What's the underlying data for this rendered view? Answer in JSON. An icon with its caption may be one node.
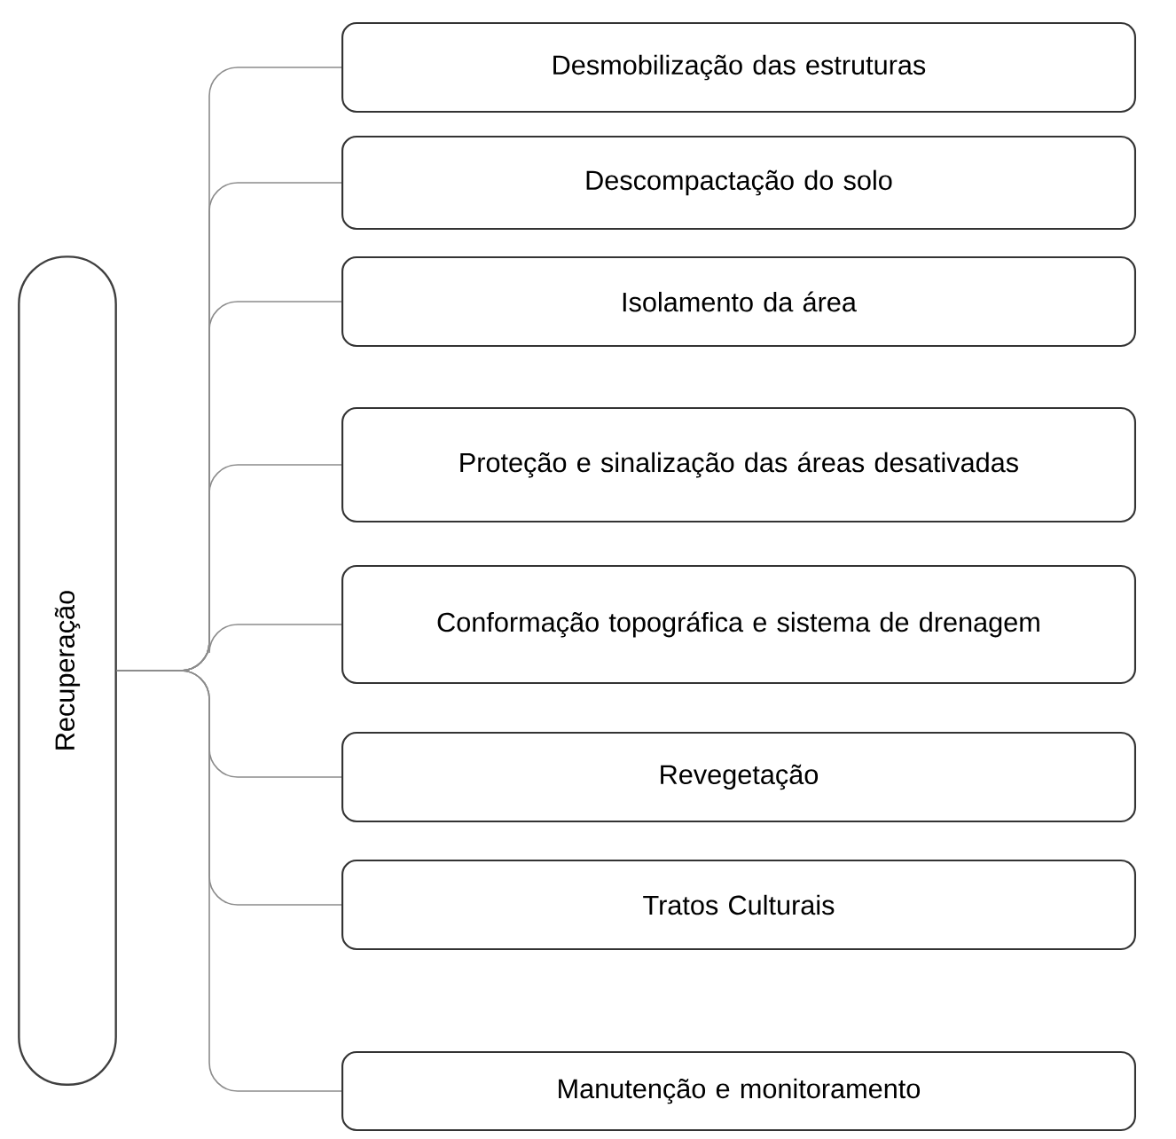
{
  "diagram": {
    "nodes": [
      {
        "text": [
          "Recuperação"
        ]
      },
      {
        "text": [
          "Desmobilização  das estruturas"
        ]
      },
      {
        "text": [
          "Descompactação do solo"
        ]
      },
      {
        "text": [
          "Isolamento da área"
        ]
      },
      {
        "text": [
          "Proteção e sinalização das áreas desativadas"
        ]
      },
      {
        "text": [
          "Conformação topográfica e sistema de drenagem"
        ]
      },
      {
        "text": [
          "Revegetação"
        ]
      },
      {
        "text": [
          "Tratos Culturais"
        ]
      },
      {
        "text": [
          "Manutenção e monitoramento"
        ]
      }
    ],
    "edges": [
      {
        "from": 0,
        "to": 1,
        "arrow": "none"
      },
      {
        "from": 0,
        "to": 2,
        "arrow": "none"
      },
      {
        "from": 0,
        "to": 3,
        "arrow": "none"
      },
      {
        "from": 0,
        "to": 4,
        "arrow": "none"
      },
      {
        "from": 0,
        "to": 5,
        "arrow": "none"
      },
      {
        "from": 0,
        "to": 6,
        "arrow": "none"
      },
      {
        "from": 0,
        "to": 7,
        "arrow": "none"
      },
      {
        "from": 0,
        "to": 8,
        "arrow": "none"
      }
    ]
  }
}
